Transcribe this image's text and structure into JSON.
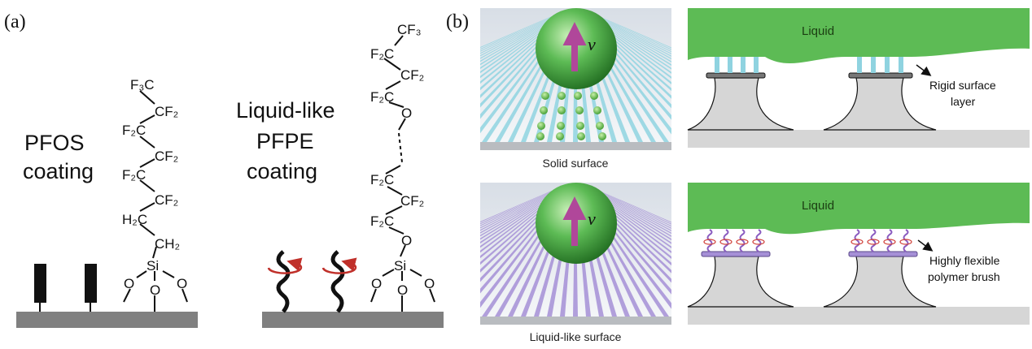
{
  "panel_a": {
    "label": "(a)",
    "pfos": {
      "title_line1": "PFOS",
      "title_line2": "coating",
      "chain": [
        "F₃C",
        "CF₂",
        "F₂C",
        "CF₂",
        "F₂C",
        "CF₂",
        "H₂C",
        "CH₂",
        "Si",
        "O",
        "O",
        "O"
      ]
    },
    "pfpe": {
      "title_line1": "Liquid-like",
      "title_line2": "PFPE",
      "title_line3": "coating",
      "chain": [
        "CF₃",
        "F₂C",
        "CF₂",
        "F₂C",
        "O",
        "F₂C",
        "CF₂",
        "F₂C",
        "O",
        "Si",
        "O",
        "O",
        "O"
      ]
    }
  },
  "panel_b": {
    "label": "(b)",
    "velocity_symbol": "v",
    "solid_caption": "Solid surface",
    "liquidlike_caption": "Liquid-like surface",
    "top_right": {
      "liquid_label": "Liquid",
      "note_line1": "Rigid surface",
      "note_line2": "layer"
    },
    "bottom_right": {
      "liquid_label": "Liquid",
      "note_line1": "Highly flexible",
      "note_line2": "polymer brush"
    }
  },
  "colors": {
    "green": "#5dbb55",
    "cyan": "#8fd3e0",
    "purple": "#a58fd6",
    "arrow": "#b0479a",
    "substrate": "#808080"
  }
}
